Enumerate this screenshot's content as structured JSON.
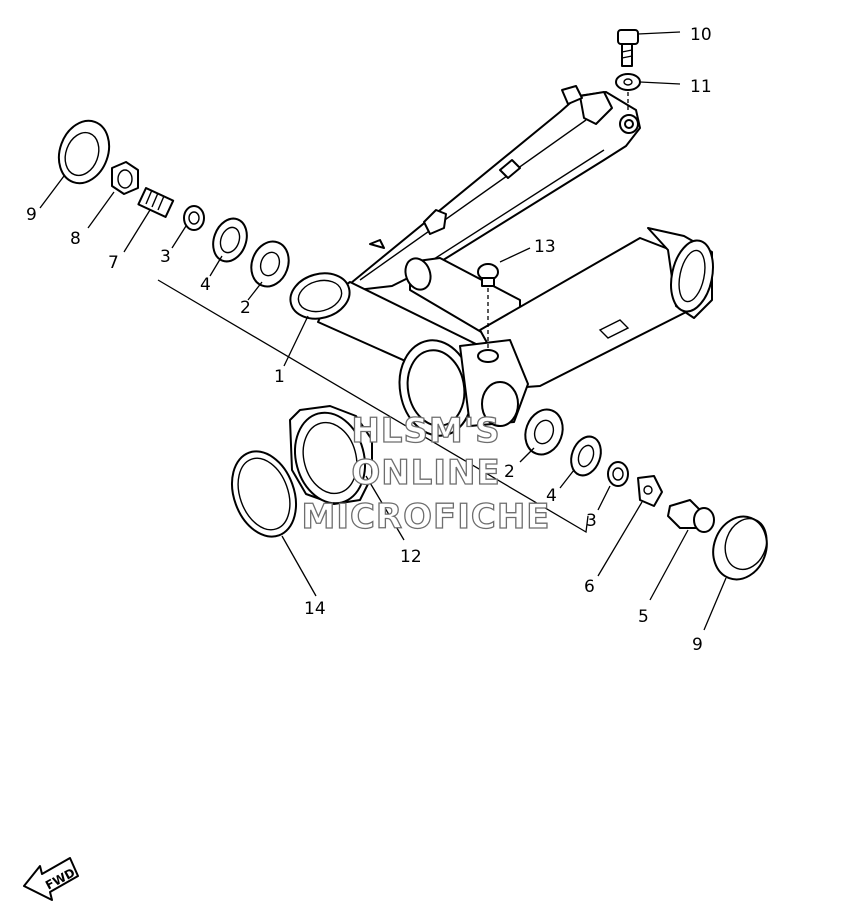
{
  "diagram": {
    "callouts": {
      "c1": "1",
      "c2a": "2",
      "c2b": "2",
      "c3a": "3",
      "c3b": "3",
      "c4a": "4",
      "c4b": "4",
      "c5": "5",
      "c6": "6",
      "c7": "7",
      "c8": "8",
      "c9a": "9",
      "c9b": "9",
      "c10": "10",
      "c11": "11",
      "c12": "12",
      "c13": "13",
      "c14": "14"
    },
    "watermark": {
      "line1": "HLSM'S",
      "line2": "ONLINE",
      "line3": "MICROFICHE"
    },
    "direction_label": "FWD"
  }
}
